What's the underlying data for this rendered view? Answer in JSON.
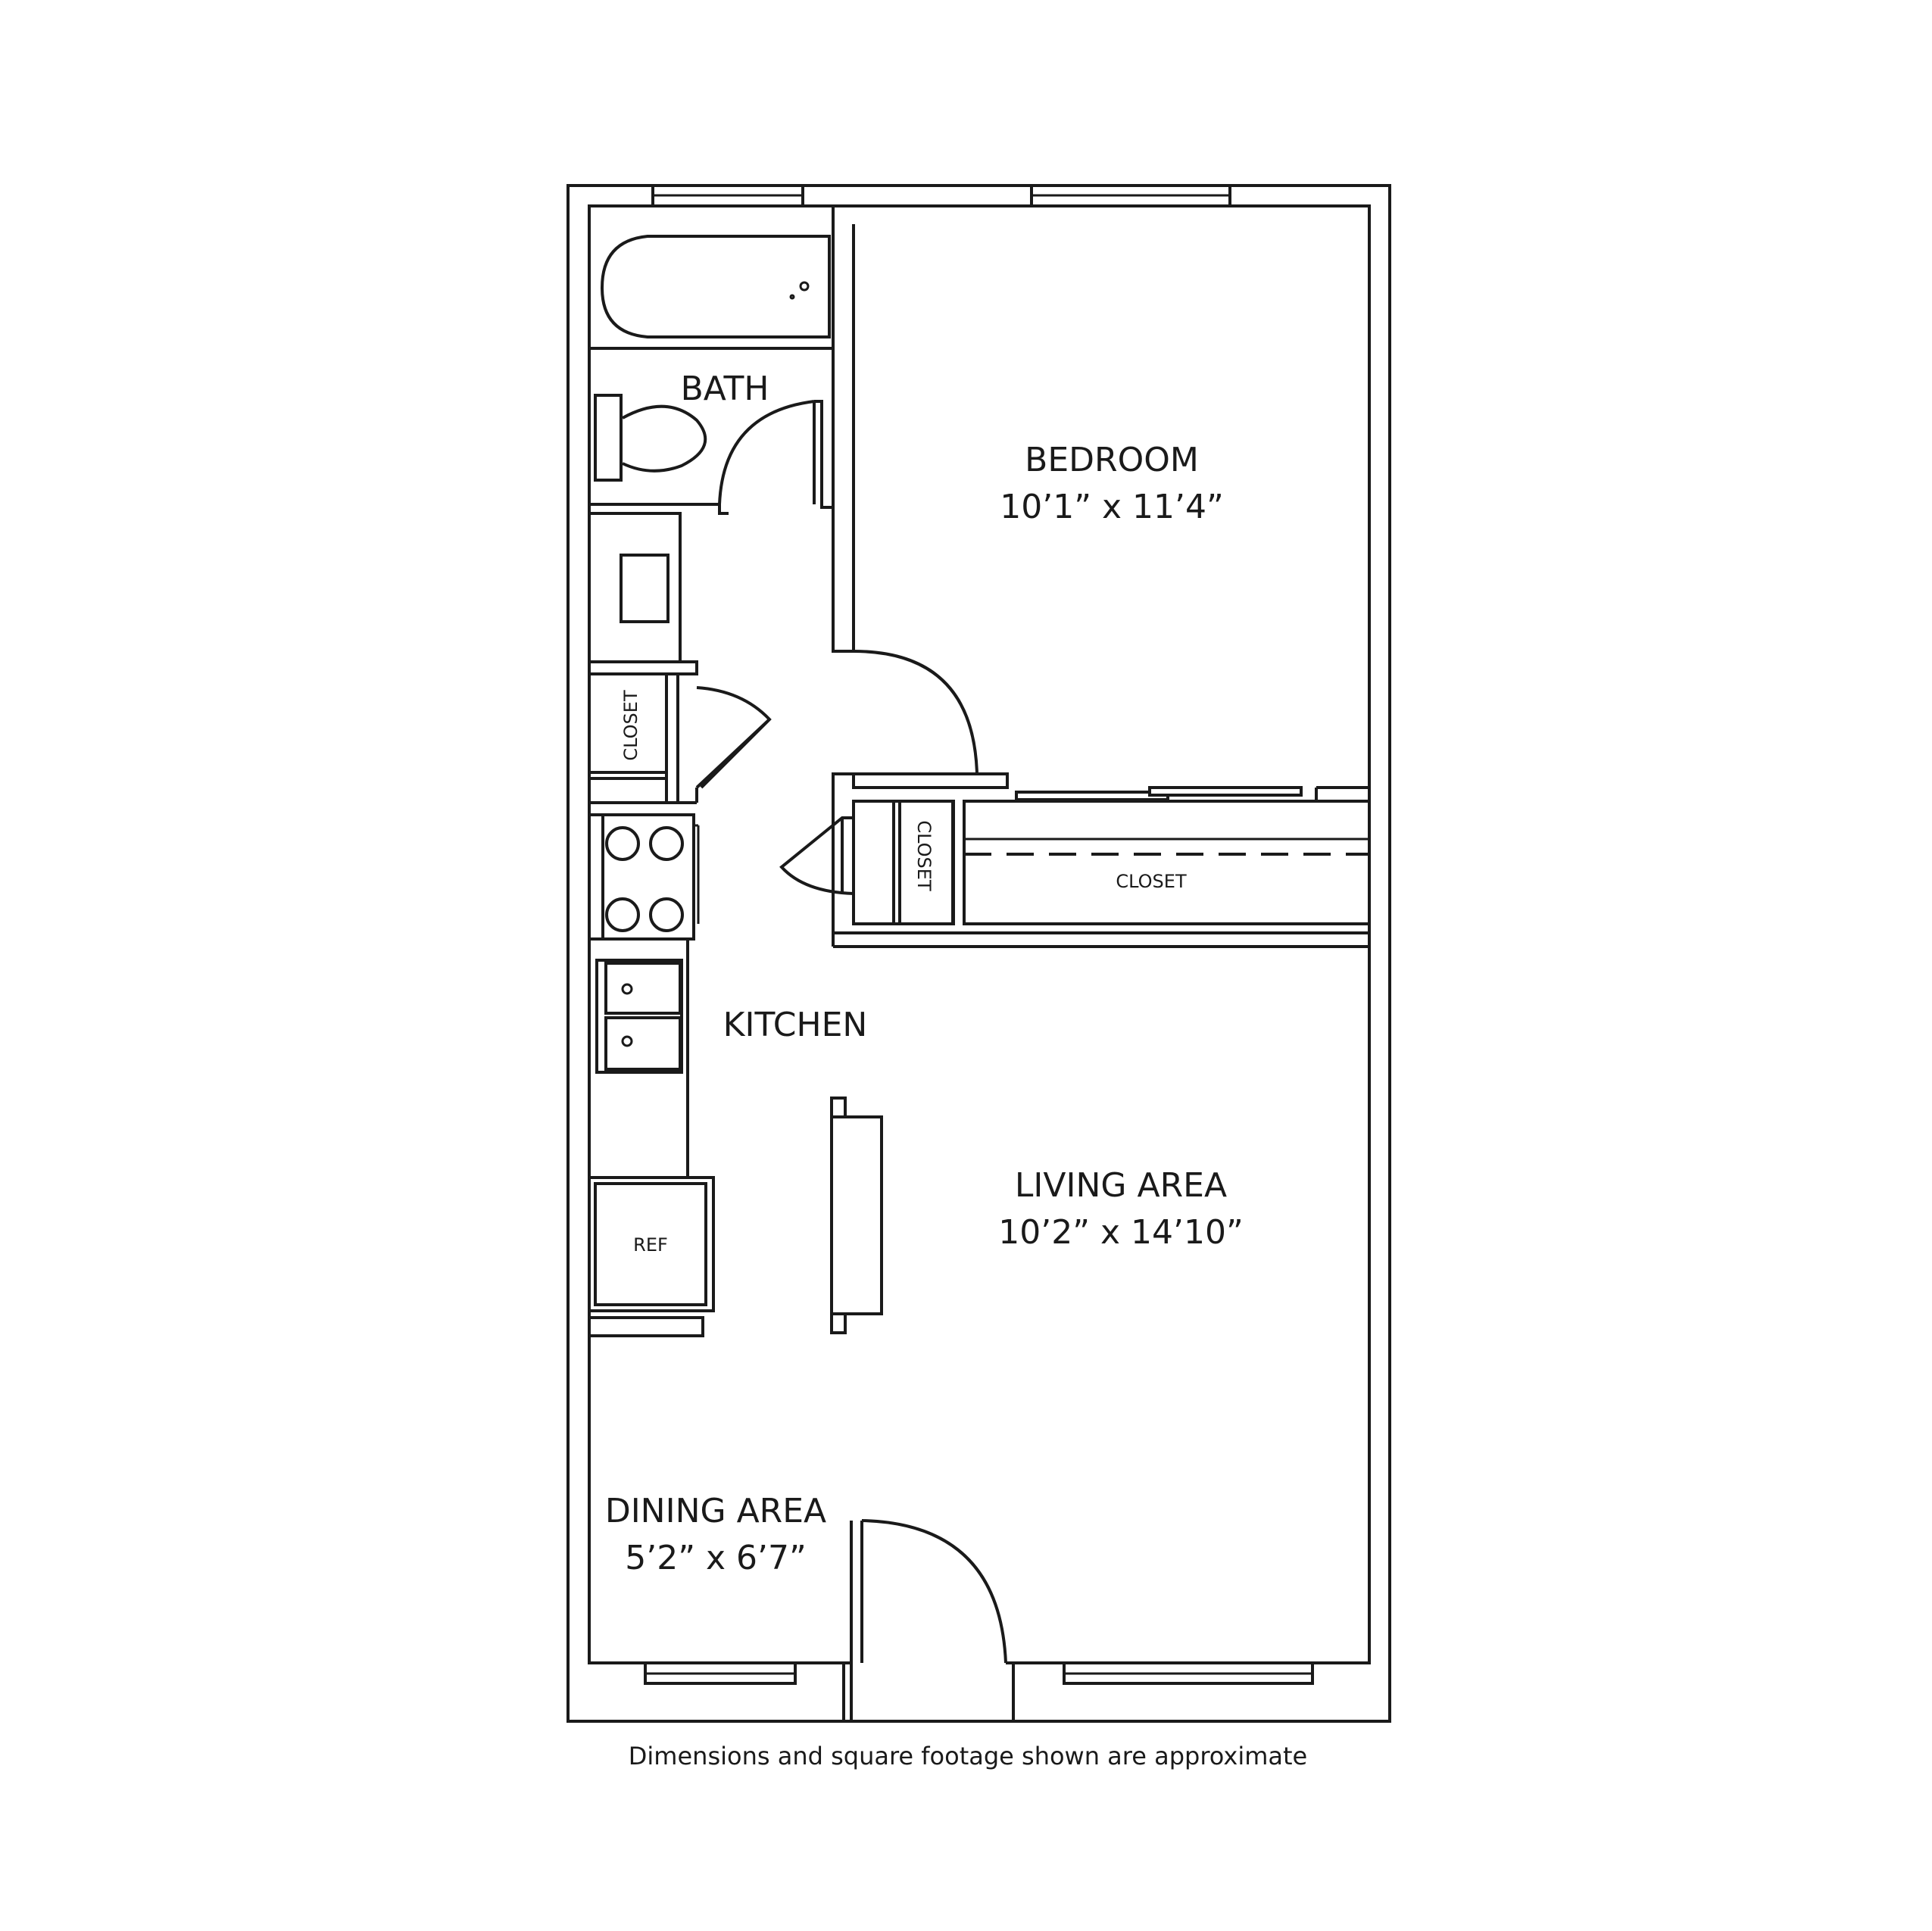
{
  "rooms": {
    "bath": {
      "name": "BATH"
    },
    "bedroom": {
      "name": "BEDROOM",
      "dimensions": "10’1” x 11’4”"
    },
    "kitchen": {
      "name": "KITCHEN"
    },
    "living": {
      "name": "LIVING AREA",
      "dimensions": "10’2” x 14’10”"
    },
    "dining": {
      "name": "DINING AREA",
      "dimensions": "5’2” x 6’7”"
    }
  },
  "closets": {
    "hall": "CLOSET",
    "middle": "CLOSET",
    "bedroom": "CLOSET"
  },
  "appliances": {
    "refrigerator": "REF"
  },
  "footnote": "Dimensions and square footage shown are approximate"
}
